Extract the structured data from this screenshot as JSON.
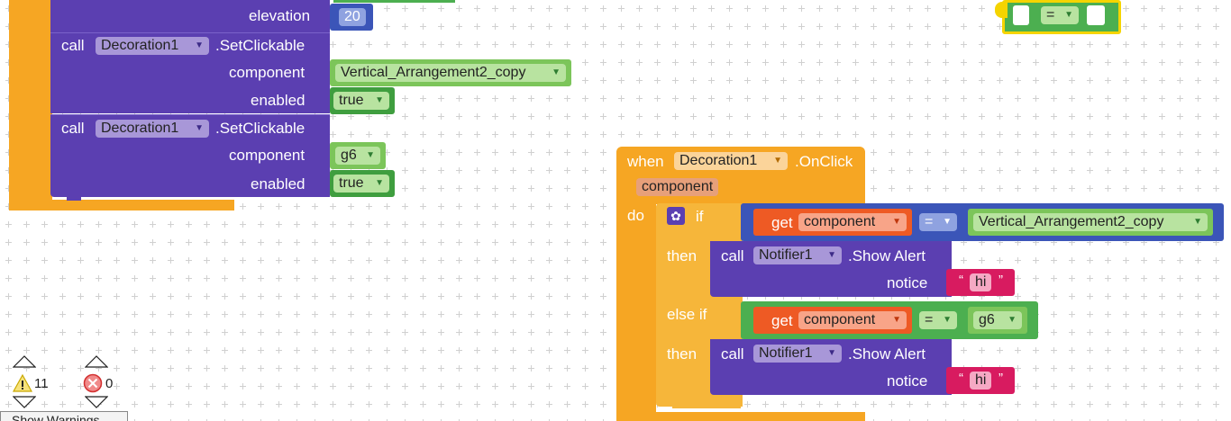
{
  "left_stack": {
    "elevation_label": "elevation",
    "elevation_value": "20",
    "call1": {
      "call": "call",
      "component": "Decoration1",
      "method": ".SetClickable",
      "param1": "component",
      "value1": "Vertical_Arrangement2_copy",
      "param2": "enabled",
      "value2": "true"
    },
    "call2": {
      "call": "call",
      "component": "Decoration1",
      "method": ".SetClickable",
      "param1": "component",
      "value1": "g6",
      "param2": "enabled",
      "value2": "true"
    }
  },
  "top_right": {
    "op": "="
  },
  "event": {
    "when": "when",
    "component": "Decoration1",
    "event_name": ".OnClick",
    "param": "component",
    "do": "do",
    "if": "if",
    "then": "then",
    "else_if": "else if",
    "cond1": {
      "get": "get",
      "var": "component",
      "op": "=",
      "value": "Vertical_Arrangement2_copy"
    },
    "then1": {
      "call": "call",
      "component": "Notifier1",
      "method": ".Show Alert",
      "param": "notice",
      "text": "hi"
    },
    "cond2": {
      "get": "get",
      "var": "component",
      "op": "=",
      "value": "g6"
    },
    "then2": {
      "call": "call",
      "component": "Notifier1",
      "method": ".Show Alert",
      "param": "notice",
      "text": "hi"
    }
  },
  "warnings": {
    "warning_count": "11",
    "error_count": "0",
    "show_warnings_label": "Show Warnings"
  },
  "colors": {
    "event": "#f6a623",
    "component_call": "#5b3fb1",
    "logic": "#4caf50",
    "text": "#d81b60",
    "variable": "#ee5a24",
    "compare": "#3b55b8"
  }
}
